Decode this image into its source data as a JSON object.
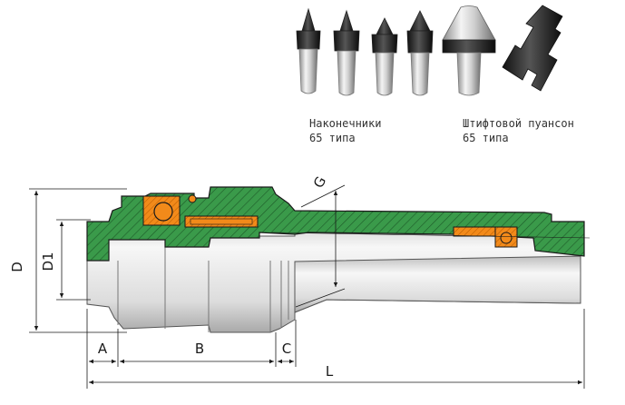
{
  "captions": {
    "tips_line1": "Наконечники",
    "tips_line2": "65 типа",
    "punch_line1": "Штифтовой пуансон",
    "punch_line2": "65 типа"
  },
  "dimensions": {
    "A": "A",
    "B": "B",
    "C": "C",
    "L": "L",
    "D": "D",
    "D1": "D1",
    "G": "G"
  },
  "colors": {
    "housing_green": "#3a9a4a",
    "bearing_orange": "#f28a1a",
    "shaft_grey": "#dcdcdc",
    "outline": "#1a1a1a"
  },
  "icons": [
    "cone-tip-icon",
    "cone-tip-icon",
    "cone-tip-icon",
    "cone-tip-icon",
    "wide-cone-tip-icon",
    "pin-punch-icon"
  ]
}
